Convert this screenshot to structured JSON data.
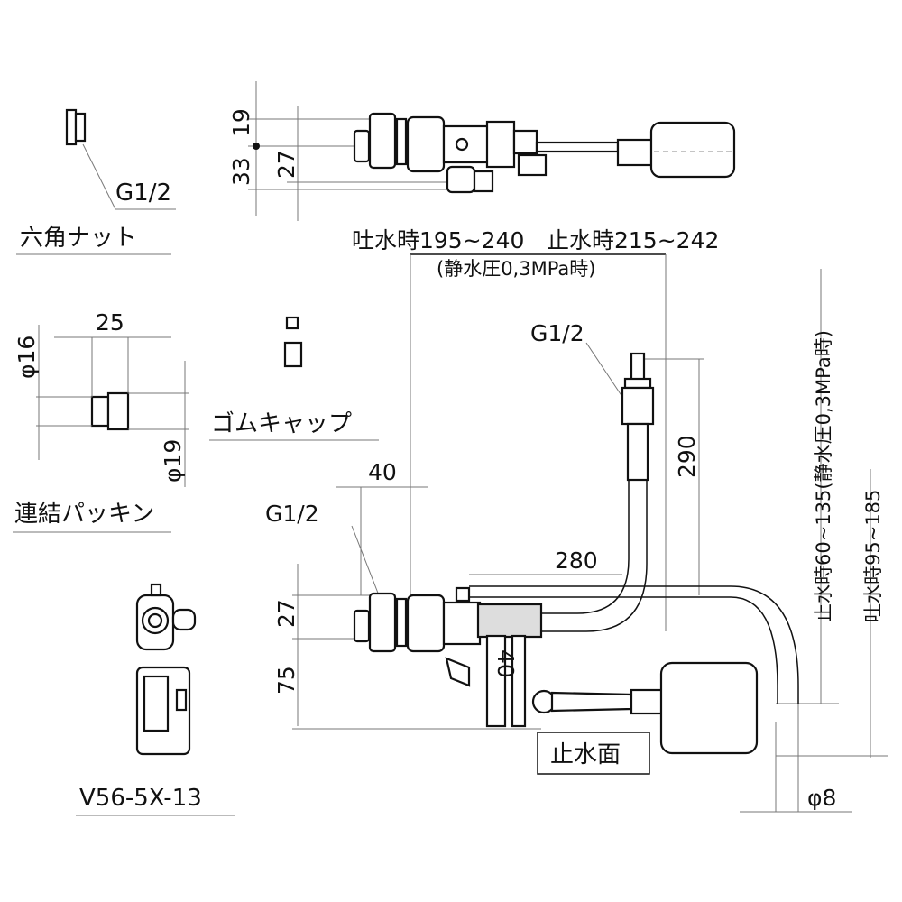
{
  "parts": {
    "hex_nut": {
      "thread": "G1/2",
      "name": "六角ナット"
    },
    "packing": {
      "width": "25",
      "inner_dia": "φ16",
      "outer_dia": "φ19",
      "name": "連結パッキン"
    },
    "rubber_cap": {
      "name": "ゴムキャップ"
    },
    "model": "V56-5X-13"
  },
  "top_view": {
    "dim_33": "33",
    "dim_19": "19",
    "dim_27": "27",
    "length_label": "吐水時195~240",
    "length_label_2": "止水時215~242",
    "pressure_note": "(静水圧0,3MPa時)"
  },
  "front_view": {
    "pipe_thread": "G1/2",
    "dim_290": "290",
    "dim_40_h": "40",
    "inlet_thread": "G1/2",
    "dim_280": "280",
    "dim_27": "27",
    "dim_75": "75",
    "dim_40_v": "40",
    "water_level": "止水面",
    "dia_8": "φ8",
    "stop_height": "止水時60~135(静水圧0,3MPa時)",
    "flow_height": "吐水時95~185"
  }
}
